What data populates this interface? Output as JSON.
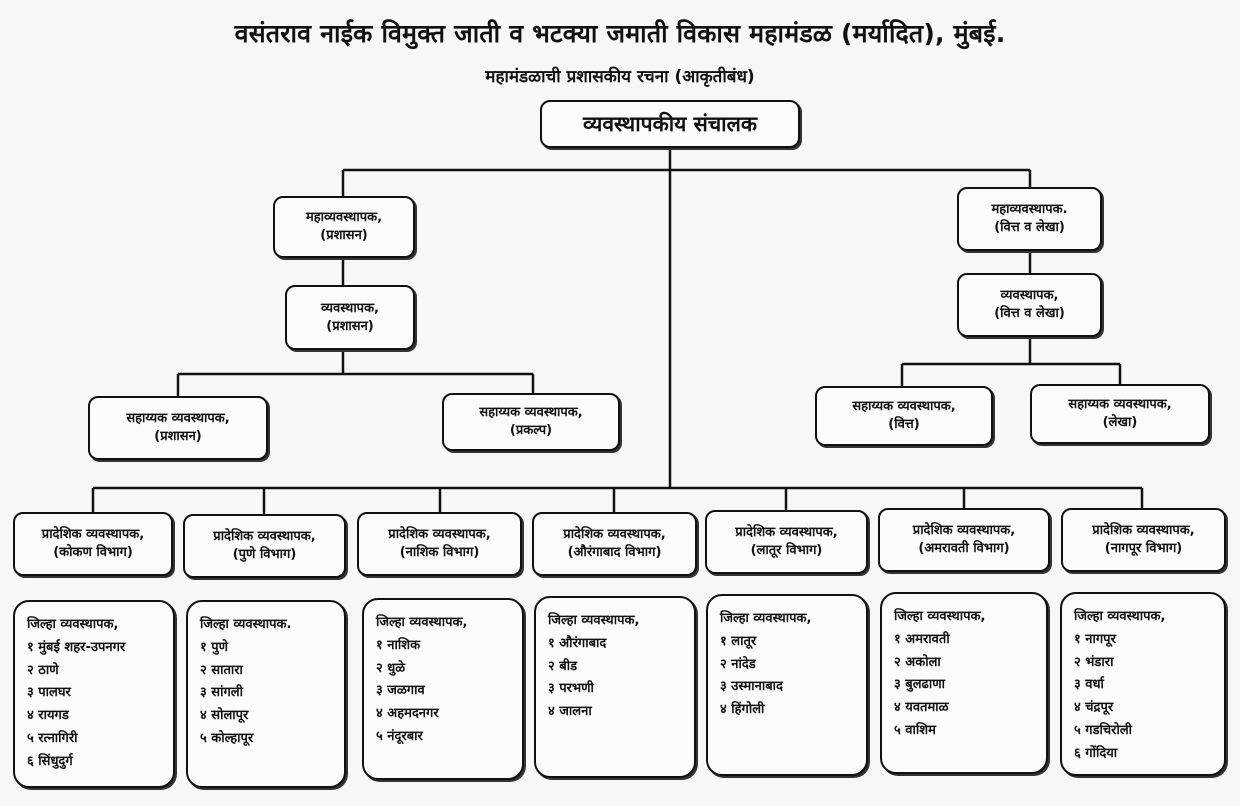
{
  "header": {
    "title": "वसंतराव नाईक विमुक्त जाती व भटक्या जमाती विकास महामंडळ (मर्यादित), मुंबई.",
    "subtitle": "महामंडळाची प्रशासकीय रचना (आकृतीबंध)"
  },
  "org": {
    "root": "व्यवस्थापकीय संचालक",
    "gm_admin": [
      "महाव्यवस्थापक,",
      "(प्रशासन)"
    ],
    "mgr_admin": [
      "व्यवस्थापक,",
      "(प्रशासन)"
    ],
    "asst_admin": [
      "सहाय्यक व्यवस्थापक,",
      "(प्रशासन)"
    ],
    "asst_project": [
      "सहाय्यक व्यवस्थापक,",
      "(प्रकल्प)"
    ],
    "gm_finance": [
      "महाव्यवस्थापक.",
      "(वित्त व लेखा)"
    ],
    "mgr_finance": [
      "व्यवस्थापक,",
      "(वित्त व लेखा)"
    ],
    "asst_finance": [
      "सहाय्यक व्यवस्थापक,",
      "(वित्त)"
    ],
    "asst_accounts": [
      "सहाय्यक व्यवस्थापक,",
      "(लेखा)"
    ],
    "regions": [
      {
        "title": [
          "प्रादेशिक व्यवस्थापक,",
          "(कोकण विभाग)"
        ],
        "district_head": "जिल्हा व्यवस्थापक,",
        "districts": [
          "१ मुंबई शहर-उपनगर",
          "२ ठाणे",
          "३ पालघर",
          "४ रायगड",
          "५ रत्नागिरी",
          "६ सिंधुदुर्ग"
        ]
      },
      {
        "title": [
          "प्रादेशिक व्यवस्थापक,",
          "(पुणे विभाग)"
        ],
        "district_head": "जिल्हा व्यवस्थापक.",
        "districts": [
          "१ पुणे",
          "२ सातारा",
          "३ सांगली",
          "४ सोलापूर",
          "५ कोल्हापूर"
        ]
      },
      {
        "title": [
          "प्रादेशिक व्यवस्थापक,",
          "(नाशिक विभाग)"
        ],
        "district_head": "जिल्हा व्यवस्थापक,",
        "districts": [
          "१ नाशिक",
          "२ धुळे",
          "३ जळगाव",
          "४ अहमदनगर",
          "५ नंदूरबार"
        ]
      },
      {
        "title": [
          "प्रादेशिक व्यवस्थापक,",
          "(औरंगाबाद विभाग)"
        ],
        "district_head": "जिल्हा व्यवस्थापक,",
        "districts": [
          "१ औरंगाबाद",
          "२ बीड",
          "३ परभणी",
          "४ जालना"
        ]
      },
      {
        "title": [
          "प्रादेशिक व्यवस्थापक,",
          "(लातूर विभाग)"
        ],
        "district_head": "जिल्हा व्यवस्थापक,",
        "districts": [
          "१ लातूर",
          "२ नांदेड",
          "३ उस्मानाबाद",
          "४ हिंगोली"
        ]
      },
      {
        "title": [
          "प्रादेशिक व्यवस्थापक,",
          "(अमरावती विभाग)"
        ],
        "district_head": "जिल्हा व्यवस्थापक,",
        "districts": [
          "१ अमरावती",
          "२ अकोला",
          "३ बुलढाणा",
          "४ यवतमाळ",
          "५ वाशिम"
        ]
      },
      {
        "title": [
          "प्रादेशिक व्यवस्थापक,",
          "(नागपूर विभाग)"
        ],
        "district_head": "जिल्हा व्यवस्थापक,",
        "districts": [
          "१ नागपूर",
          "२ भंडारा",
          "३ वर्धा",
          "४ चंद्रपूर",
          "५ गडचिरोली",
          "६ गोंदिया"
        ]
      }
    ]
  }
}
